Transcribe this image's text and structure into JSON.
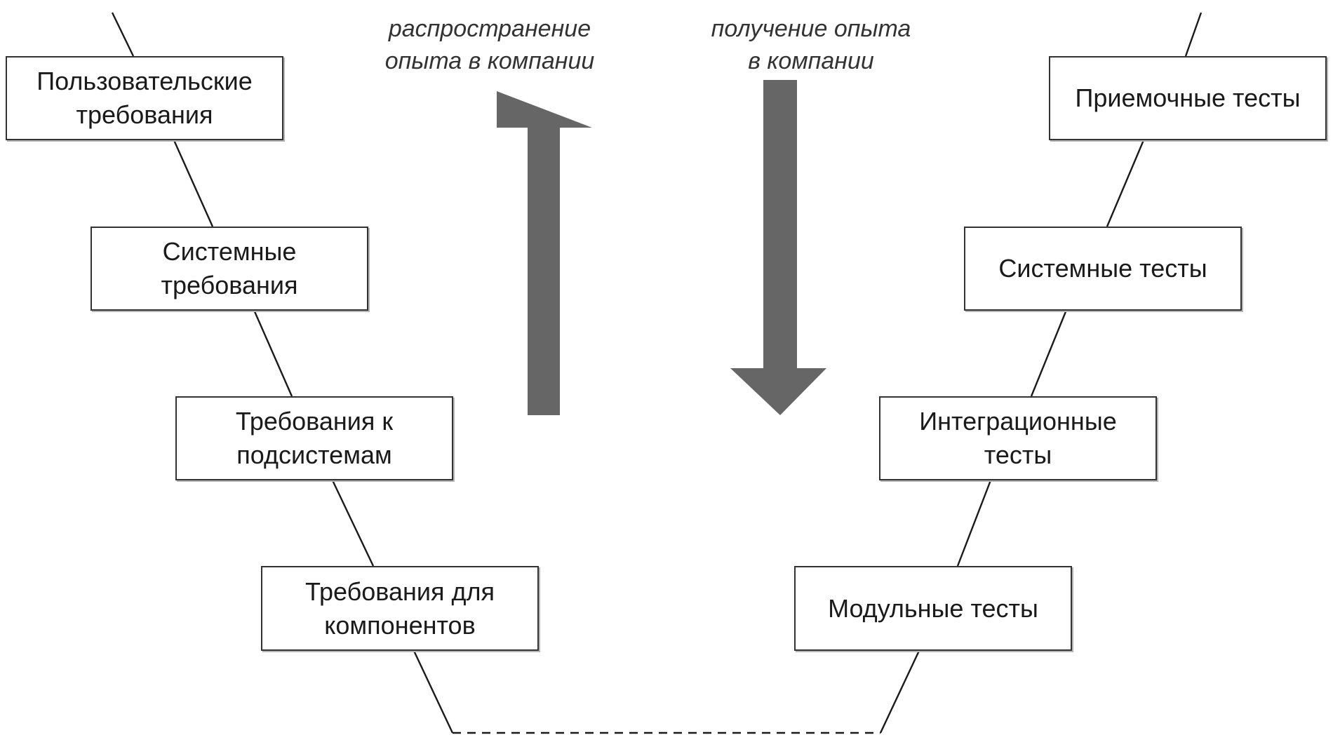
{
  "requirements": [
    {
      "id": "user-requirements",
      "label": "Пользовательские\nтребования"
    },
    {
      "id": "system-requirements",
      "label": "Системные\nтребования"
    },
    {
      "id": "subsystem-requirements",
      "label": "Требования к\nподсистемам"
    },
    {
      "id": "component-requirements",
      "label": "Требования для\nкомпонентов"
    }
  ],
  "tests": [
    {
      "id": "acceptance-tests",
      "label": "Приемочные тесты"
    },
    {
      "id": "system-tests",
      "label": "Системные тесты"
    },
    {
      "id": "integration-tests",
      "label": "Интеграционные\nтесты"
    },
    {
      "id": "unit-tests",
      "label": "Модульные тесты"
    }
  ],
  "arrows": {
    "up": {
      "caption": "распространение\nопыта в  компании",
      "direction": "up"
    },
    "down": {
      "caption": "получение опыта\nв компании",
      "direction": "down"
    }
  },
  "colors": {
    "arrow_fill": "#666666",
    "box_border": "#333333",
    "line": "#1a1a1a"
  }
}
